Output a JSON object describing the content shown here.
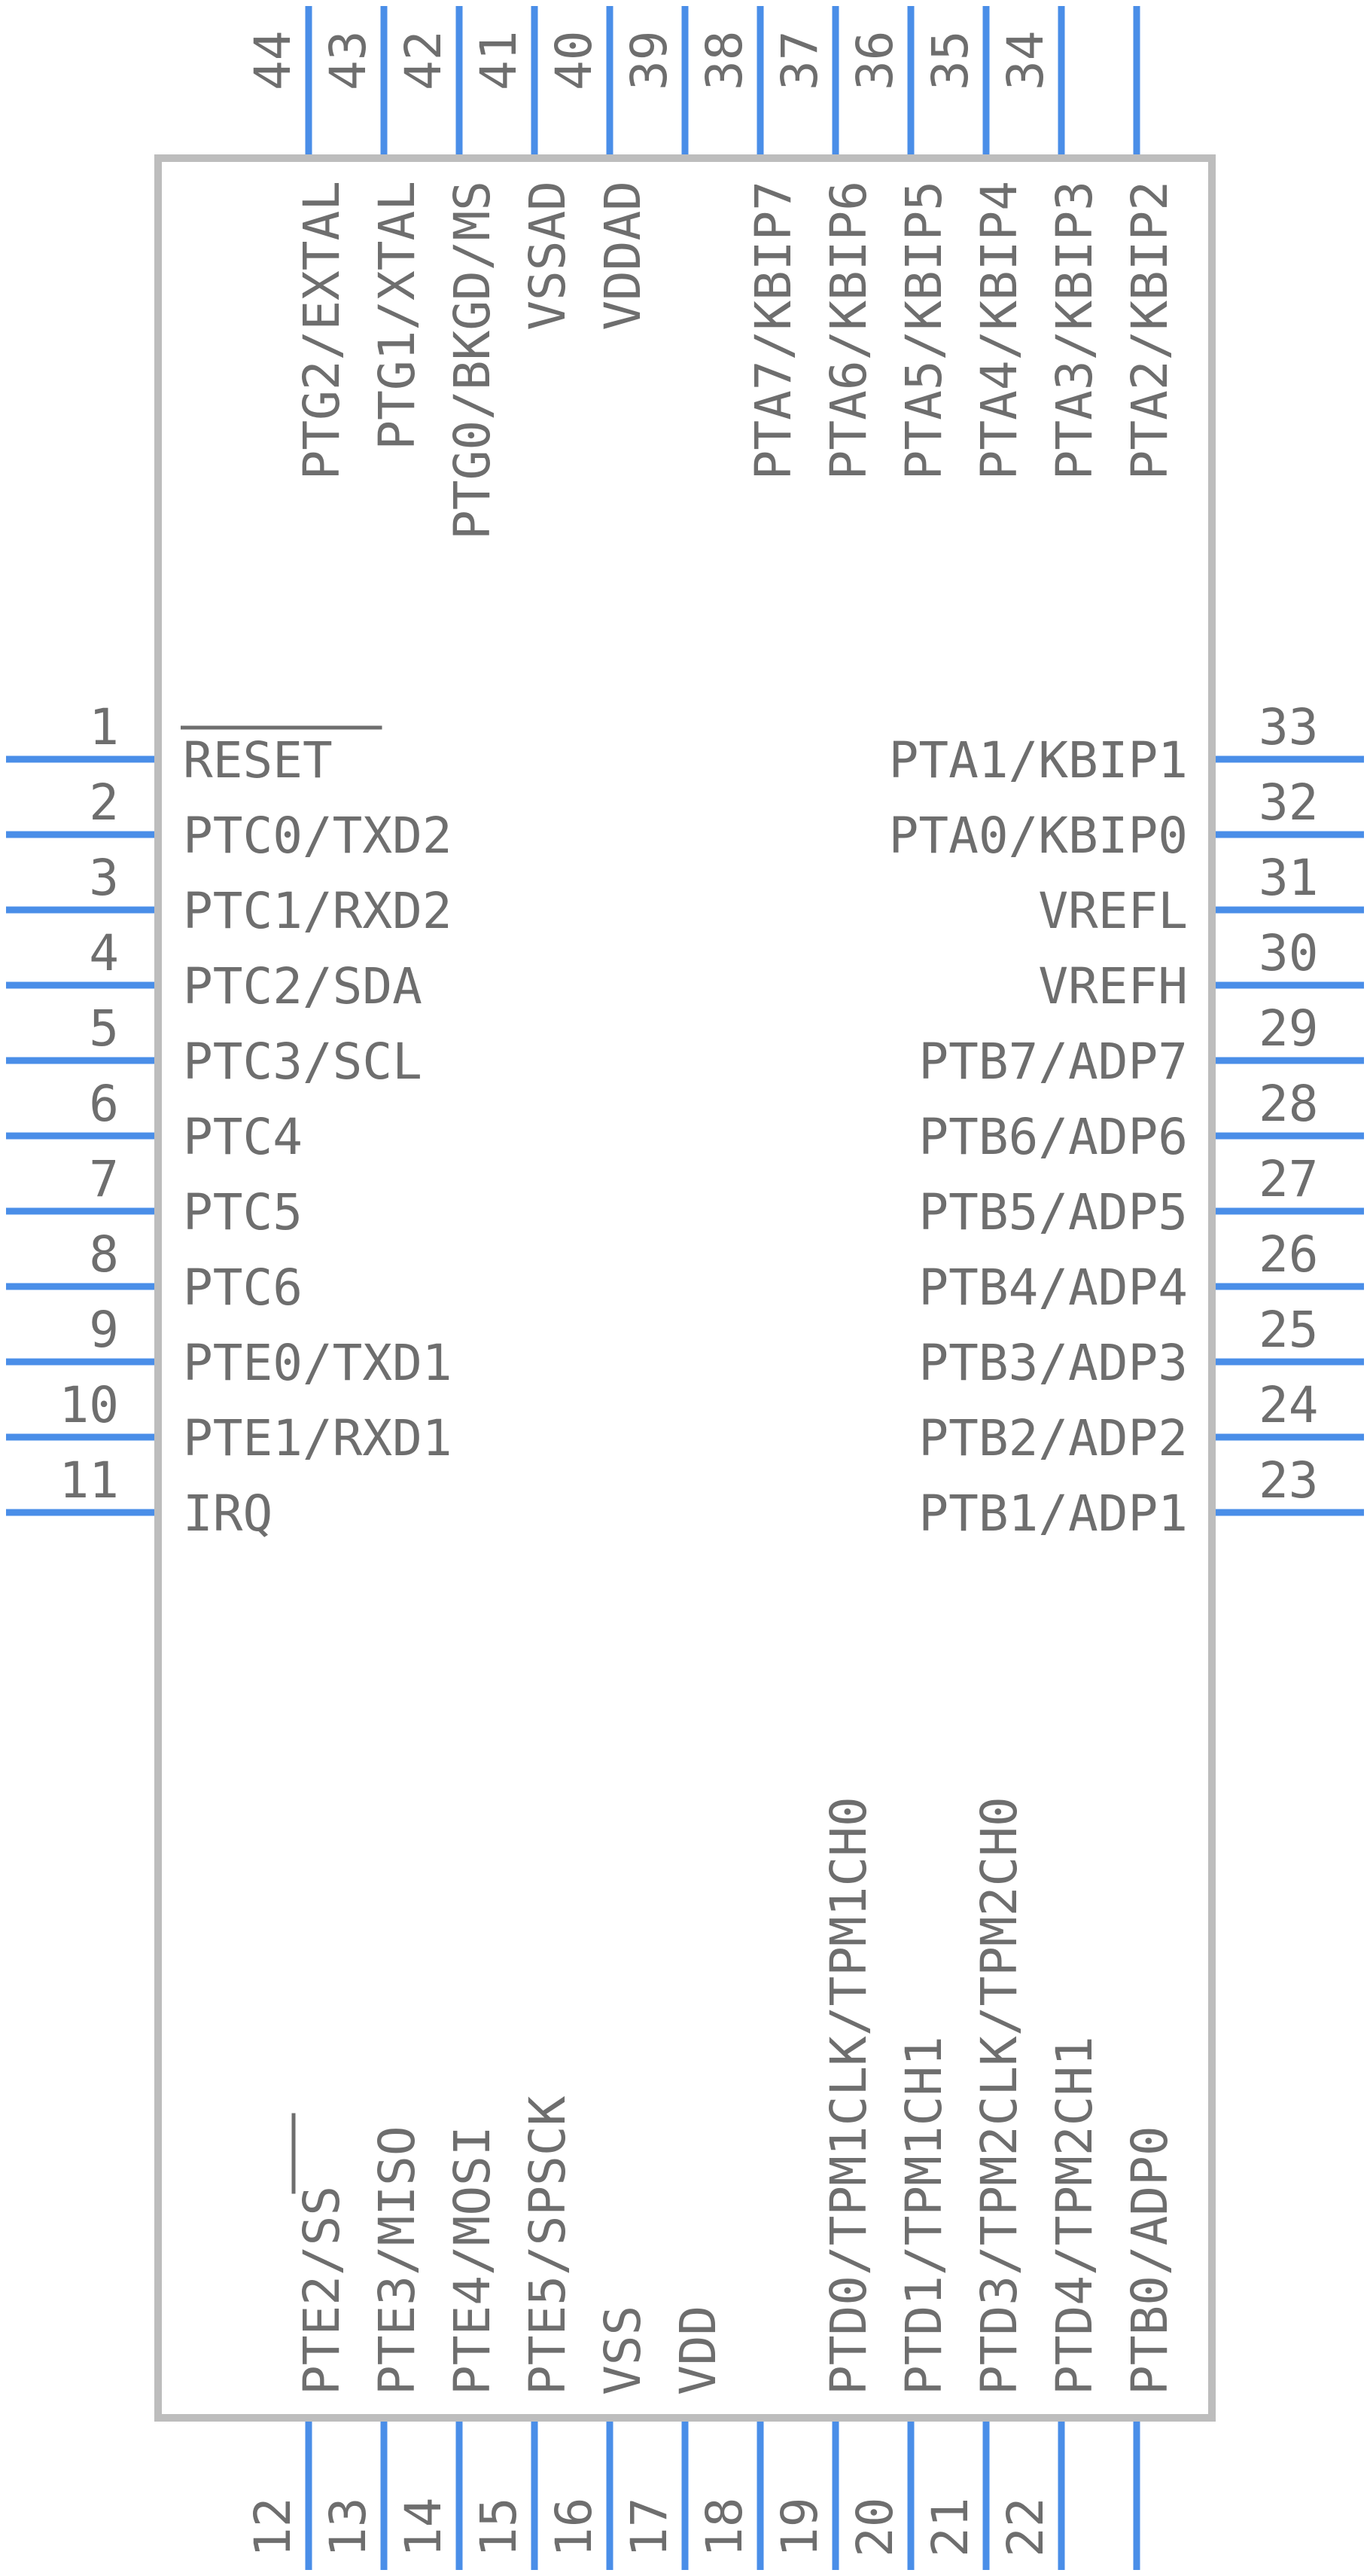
{
  "colors": {
    "pin": "#4a8ee8",
    "body_outline": "#bdbdbd",
    "text": "#6e6e6e"
  },
  "pins": {
    "left": [
      {
        "num": "1",
        "label": "RESET",
        "overbar": true
      },
      {
        "num": "2",
        "label": "PTC0/TXD2"
      },
      {
        "num": "3",
        "label": "PTC1/RXD2"
      },
      {
        "num": "4",
        "label": "PTC2/SDA"
      },
      {
        "num": "5",
        "label": "PTC3/SCL"
      },
      {
        "num": "6",
        "label": "PTC4"
      },
      {
        "num": "7",
        "label": "PTC5"
      },
      {
        "num": "8",
        "label": "PTC6"
      },
      {
        "num": "9",
        "label": "PTE0/TXD1"
      },
      {
        "num": "10",
        "label": "PTE1/RXD1"
      },
      {
        "num": "11",
        "label": "IRQ"
      }
    ],
    "right": [
      {
        "num": "33",
        "label": "PTA1/KBIP1"
      },
      {
        "num": "32",
        "label": "PTA0/KBIP0"
      },
      {
        "num": "31",
        "label": "VREFL"
      },
      {
        "num": "30",
        "label": "VREFH"
      },
      {
        "num": "29",
        "label": "PTB7/ADP7"
      },
      {
        "num": "28",
        "label": "PTB6/ADP6"
      },
      {
        "num": "27",
        "label": "PTB5/ADP5"
      },
      {
        "num": "26",
        "label": "PTB4/ADP4"
      },
      {
        "num": "25",
        "label": "PTB3/ADP3"
      },
      {
        "num": "24",
        "label": "PTB2/ADP2"
      },
      {
        "num": "23",
        "label": "PTB1/ADP1"
      }
    ],
    "top": [
      {
        "num": "44",
        "label": "PTG2/EXTAL"
      },
      {
        "num": "43",
        "label": "PTG1/XTAL"
      },
      {
        "num": "42",
        "label": "PTG0/BKGD/MS"
      },
      {
        "num": "41",
        "label": "VSSAD"
      },
      {
        "num": "40",
        "label": "VDDAD"
      },
      {
        "num": "39",
        "label": ""
      },
      {
        "num": "38",
        "label": "PTA7/KBIP7"
      },
      {
        "num": "37",
        "label": "PTA6/KBIP6"
      },
      {
        "num": "36",
        "label": "PTA5/KBIP5"
      },
      {
        "num": "35",
        "label": "PTA4/KBIP4"
      },
      {
        "num": "34",
        "label": "PTA3/KBIP3"
      },
      {
        "num": "",
        "label": "PTA2/KBIP2"
      }
    ],
    "bottom": [
      {
        "num": "12",
        "label": "PTE2/SS",
        "overbar_start": 5
      },
      {
        "num": "13",
        "label": "PTE3/MISO"
      },
      {
        "num": "14",
        "label": "PTE4/MOSI"
      },
      {
        "num": "15",
        "label": "PTE5/SPSCK"
      },
      {
        "num": "16",
        "label": "VSS"
      },
      {
        "num": "17",
        "label": "VDD"
      },
      {
        "num": "18",
        "label": ""
      },
      {
        "num": "19",
        "label": "PTD0/TPM1CLK/TPM1CH0"
      },
      {
        "num": "20",
        "label": "PTD1/TPM1CH1"
      },
      {
        "num": "21",
        "label": "PTD3/TPM2CLK/TPM2CH0"
      },
      {
        "num": "22",
        "label": "PTD4/TPM2CH1"
      },
      {
        "num": "",
        "label": "PTB0/ADP0"
      }
    ]
  }
}
